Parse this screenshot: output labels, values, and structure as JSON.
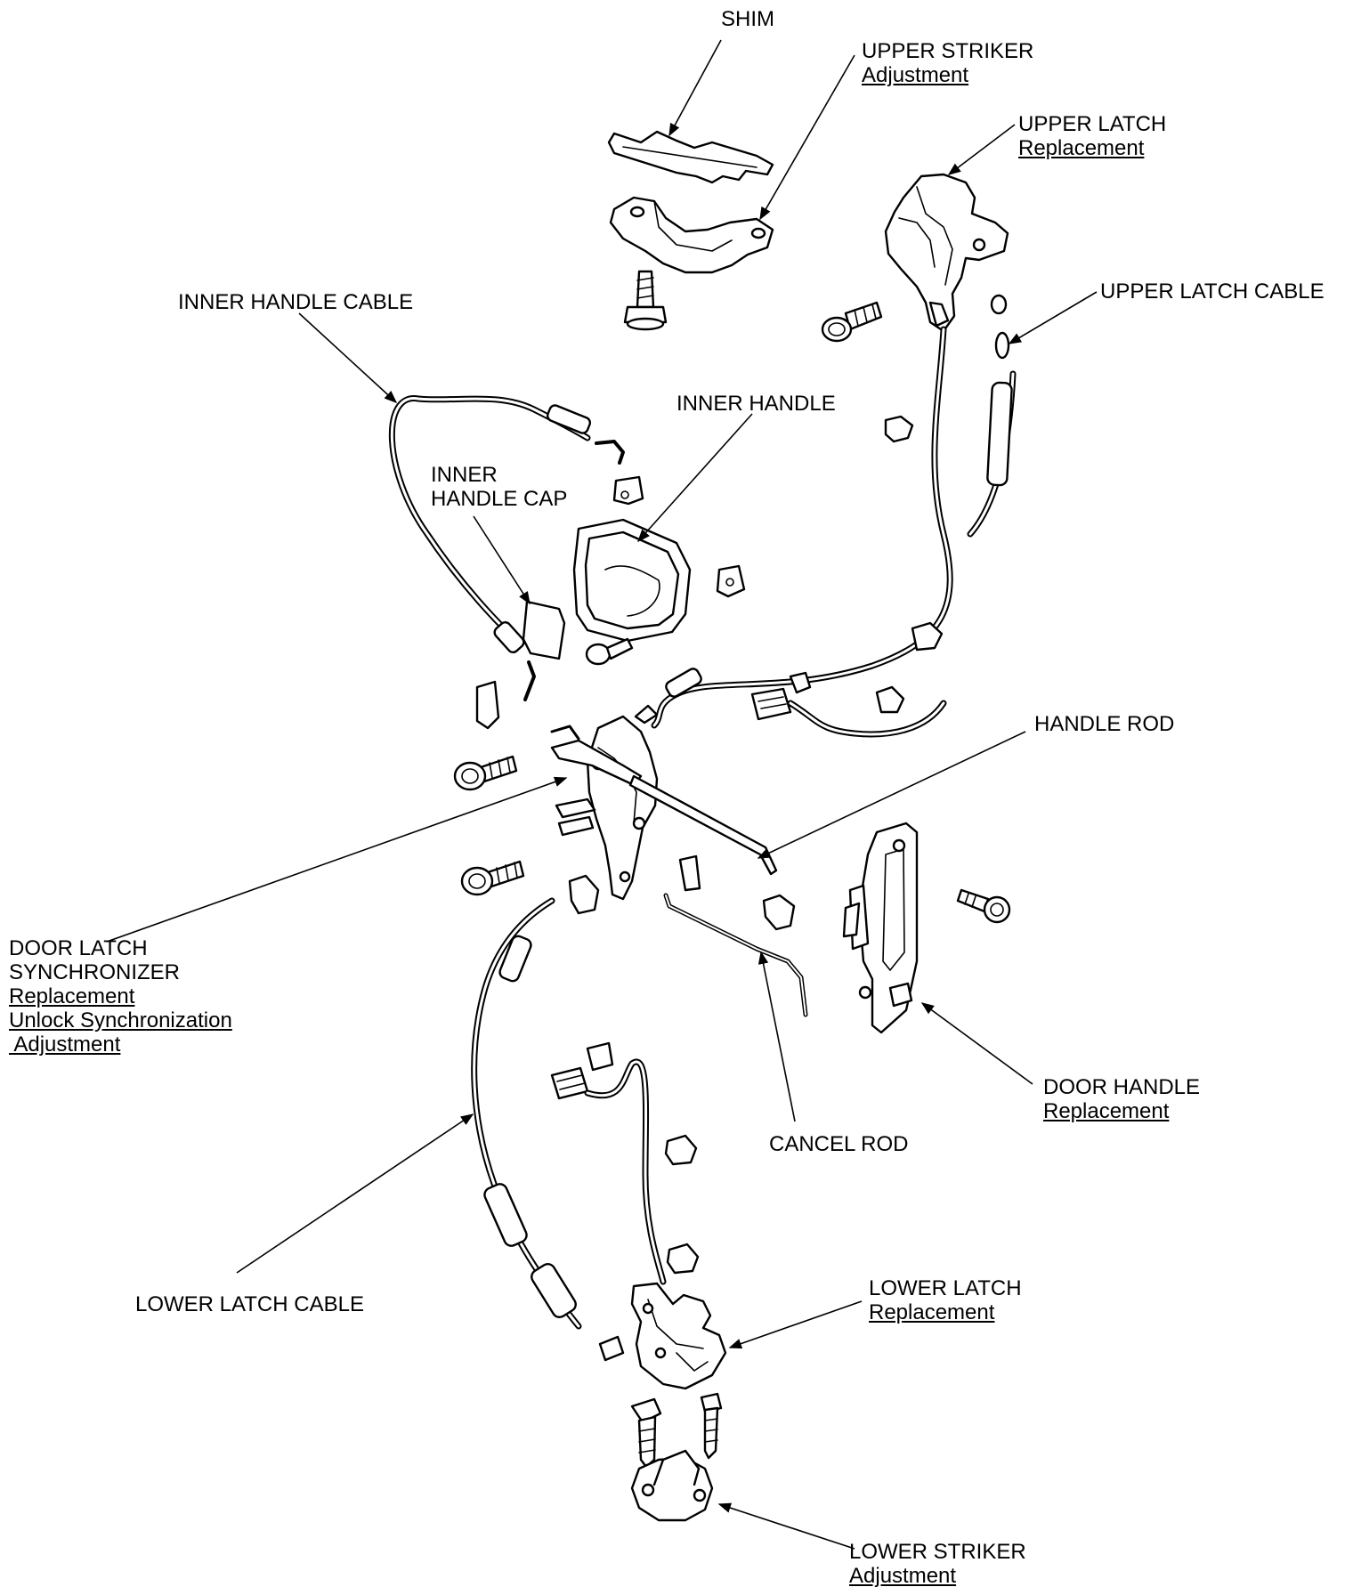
{
  "labels": {
    "shim": {
      "lines": [
        "SHIM"
      ],
      "underlined": []
    },
    "upper_striker": {
      "lines": [
        "UPPER STRIKER"
      ],
      "underlined": [
        "Adjustment"
      ]
    },
    "upper_latch": {
      "lines": [
        "UPPER LATCH"
      ],
      "underlined": [
        "Replacement"
      ]
    },
    "upper_latch_cable": {
      "lines": [
        "UPPER LATCH CABLE"
      ],
      "underlined": []
    },
    "inner_handle_cable": {
      "lines": [
        "INNER HANDLE CABLE"
      ],
      "underlined": []
    },
    "inner_handle": {
      "lines": [
        "INNER HANDLE"
      ],
      "underlined": []
    },
    "inner_handle_cap": {
      "lines": [
        "INNER",
        "HANDLE CAP"
      ],
      "underlined": []
    },
    "handle_rod": {
      "lines": [
        "HANDLE ROD"
      ],
      "underlined": []
    },
    "door_latch_synchronizer": {
      "lines": [
        "DOOR LATCH",
        "SYNCHRONIZER"
      ],
      "underlined": [
        "Replacement",
        "Unlock Synchronization",
        " Adjustment"
      ]
    },
    "door_handle": {
      "lines": [
        "DOOR HANDLE"
      ],
      "underlined": [
        "Replacement"
      ]
    },
    "cancel_rod": {
      "lines": [
        "CANCEL ROD"
      ],
      "underlined": []
    },
    "lower_latch_cable": {
      "lines": [
        "LOWER LATCH CABLE"
      ],
      "underlined": []
    },
    "lower_latch": {
      "lines": [
        "LOWER LATCH"
      ],
      "underlined": [
        "Replacement"
      ]
    },
    "lower_striker": {
      "lines": [
        "LOWER STRIKER"
      ],
      "underlined": [
        "Adjustment"
      ]
    }
  },
  "colors": {
    "ink": "#000000",
    "paper": "#ffffff"
  }
}
